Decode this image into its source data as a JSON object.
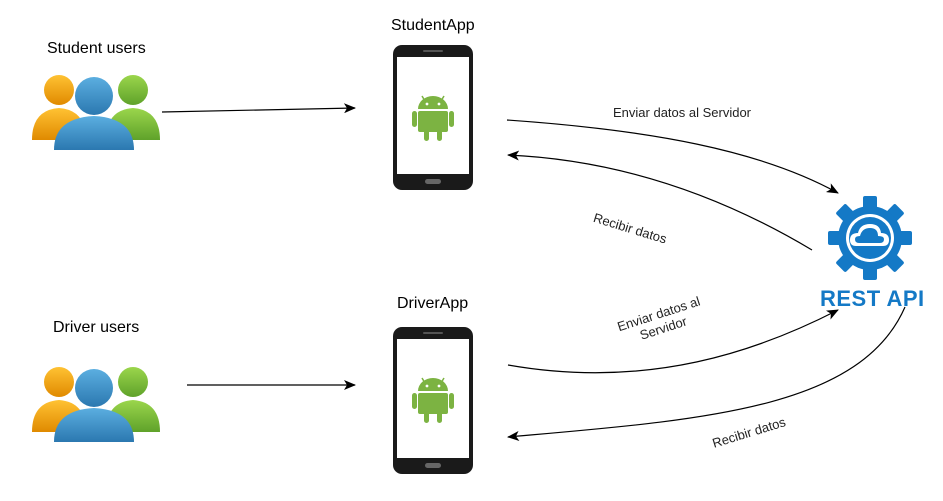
{
  "nodes": {
    "student_users": {
      "label": "Student users"
    },
    "driver_users": {
      "label": "Driver users"
    },
    "student_app": {
      "label": "StudentApp"
    },
    "driver_app": {
      "label": "DriverApp"
    },
    "rest_api": {
      "label": "REST API"
    }
  },
  "edges": {
    "student_send": "Enviar datos al Servidor",
    "student_receive": "Recibir datos",
    "driver_send_line1": "Enviar datos al",
    "driver_send_line2": "Servidor",
    "driver_receive": "Recibir datos"
  },
  "colors": {
    "arrow": "#000000",
    "user_orange": "#F5A623",
    "user_blue": "#3A8DC5",
    "user_green": "#7BC144",
    "android_green": "#7CB342",
    "phone_body": "#1A1A1A",
    "rest_blue": "#1479C6"
  },
  "icons": {
    "users": "users-group-icon",
    "phone": "android-phone-icon",
    "api": "rest-api-cloud-gear-icon"
  }
}
